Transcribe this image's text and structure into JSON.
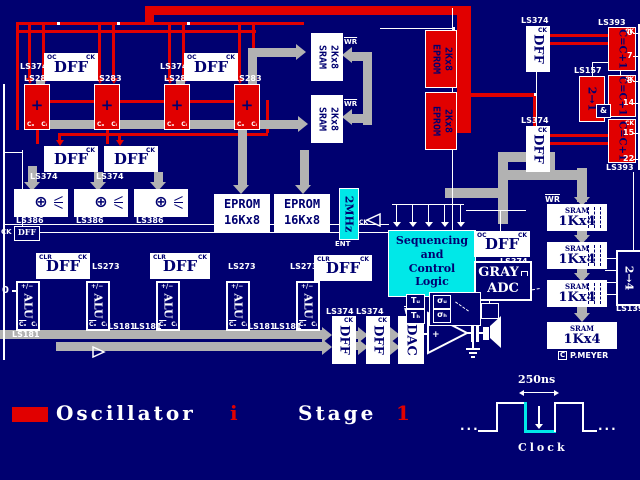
{
  "colors": {
    "bg": "#000070",
    "red": "#e10000",
    "gray": "#b2b2b2",
    "cyan": "#00e8e8",
    "white": "#ffffff"
  },
  "chips": {
    "dff": "DFF",
    "ls374": "LS374",
    "ls283": "LS283",
    "ls273": "LS273",
    "ls181": "LS181",
    "ls386": "LS386",
    "ls393": "LS393",
    "ls157": "LS157",
    "ls139": "LS139"
  },
  "pins": {
    "ck": "CK",
    "oc": "OC",
    "clr": "CLR",
    "wr": "WR",
    "ent": "ENT",
    "plusminus": "+/−",
    "co": "Cₒ",
    "ci": "Cᵢ",
    "zero": "0",
    "and": "&"
  },
  "blocks": {
    "adder_plus": "+",
    "alu": "ALU",
    "xor": "⊕",
    "dac": "DAC",
    "sram2k_1": "SRAM",
    "sram2k_2": "2Kx8",
    "eprom2k_1": "EPROM",
    "eprom2k_2": "2Kx8",
    "eprom16k_1": "EPROM",
    "eprom16k_2": "16Kx8",
    "sram1k_1": "SRAM",
    "sram1k_2": "1Kx4",
    "counter": "C=C+1",
    "mux": "2→1",
    "decoder": "2→4",
    "osc": "2MHz",
    "seq1": "Sequencing",
    "seq2": "and",
    "seq3": "Control",
    "seq4": "Logic",
    "adc1": "GRAY",
    "adc2": "ADC",
    "tu": "Tᵤ",
    "th": "Tₕ",
    "sigma_u": "σᵤ",
    "sigma_h": "σₕ",
    "opamp_minus": "−",
    "opamp_plus": "+"
  },
  "ticks": {
    "t0": "0",
    "t7": "7",
    "t8": "8",
    "t14": "14",
    "t15": "15",
    "t22": "22"
  },
  "legend": {
    "swatch": "#e10000",
    "name": "Oscillator",
    "index": "i",
    "stage": "Stage",
    "number": "1"
  },
  "timing": {
    "period": "250ns",
    "clock": "Clock",
    "dots": "..."
  },
  "credit": {
    "c": "C",
    "name": "P.MEYER"
  }
}
